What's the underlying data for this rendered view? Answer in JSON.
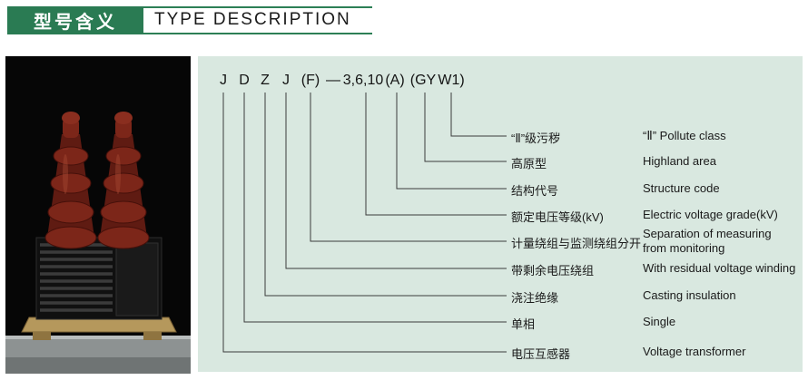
{
  "header": {
    "title_cn": "型号含义",
    "title_en": "TYPE  DESCRIPTION"
  },
  "model_code": {
    "parts": [
      "J",
      "D",
      "Z",
      "J",
      "(F)",
      "—",
      "3,6,10",
      "(A)",
      "(GY",
      "W1)"
    ]
  },
  "diagram": {
    "rows": [
      {
        "cn": "“Ⅱ”级污秽",
        "en": "“Ⅱ” Pollute class"
      },
      {
        "cn": "高原型",
        "en": "Highland area"
      },
      {
        "cn": "结构代号",
        "en": "Structure code"
      },
      {
        "cn": "额定电压等级(kV)",
        "en": "Electric voltage grade(kV)"
      },
      {
        "cn": "计量绕组与监测绕组分开",
        "en": "Separation of measuring from monitoring"
      },
      {
        "cn": "带剩余电压绕组",
        "en": "With residual voltage winding"
      },
      {
        "cn": "浇注绝缘",
        "en": "Casting insulation"
      },
      {
        "cn": "单相",
        "en": "Single"
      },
      {
        "cn": "电压互感器",
        "en": "Voltage transformer"
      }
    ]
  },
  "colors": {
    "header_green": "#2a7b53",
    "panel_green": "#d9e8e0",
    "bushing_red": "#7c2619",
    "base_brass": "#b5985c"
  }
}
